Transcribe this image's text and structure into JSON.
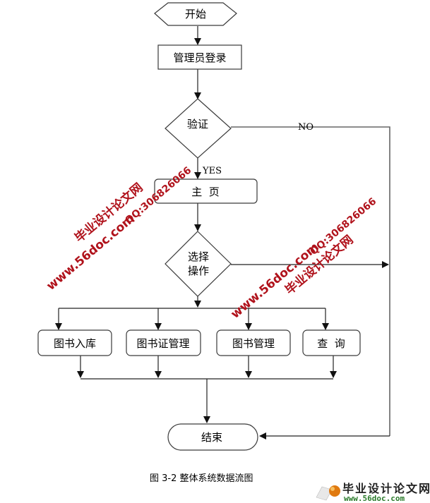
{
  "diagram": {
    "caption": "图 3-2 整体系统数据流图",
    "nodes": {
      "start": "开始",
      "login": "管理员登录",
      "verify": "验证",
      "home": "主  页",
      "choose_line1": "选择",
      "choose_line2": "操作",
      "book_in": "图书入库",
      "card_mgmt": "图书证管理",
      "book_mgmt": "图书管理",
      "query": "查  询",
      "end": "结束"
    },
    "edge_labels": {
      "yes": "YES",
      "no": "NO"
    }
  },
  "watermarks": {
    "site_name": "毕业设计论文网",
    "url": "www.56doc.com",
    "qq": "QQ:306826066"
  },
  "logo": {
    "name": "毕业设计论文网",
    "url": "www.56doc.com",
    "colors": {
      "url": "#2a7a2a",
      "orb": "#e07a10"
    }
  },
  "colors": {
    "watermark": "#b0121b",
    "line": "#222222"
  }
}
